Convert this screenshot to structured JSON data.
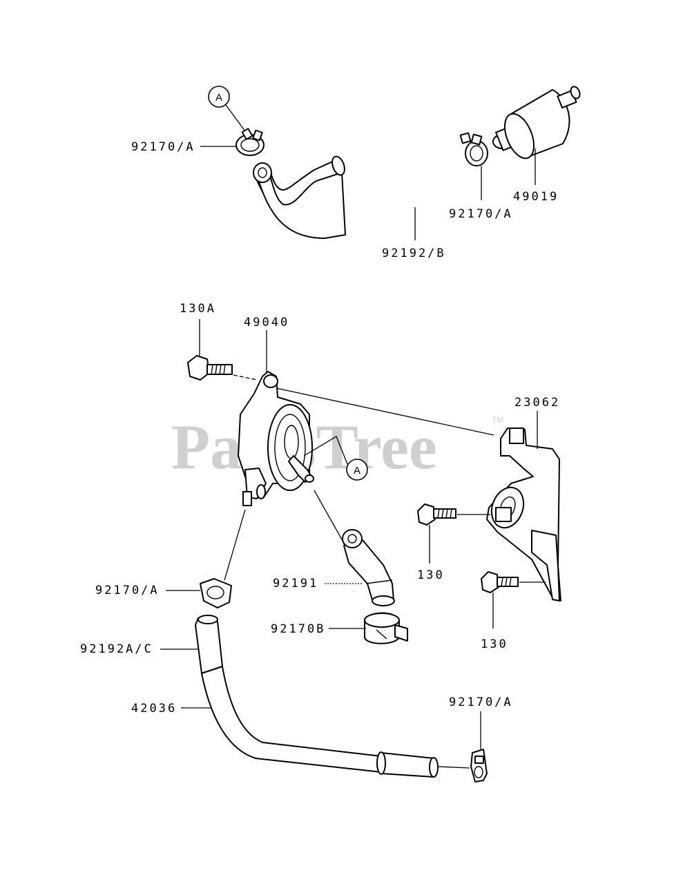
{
  "watermark": {
    "text": "PartsTree",
    "trademark": "TM"
  },
  "callouts": {
    "top": "A",
    "middle": "A"
  },
  "labels": {
    "clamp_top_left": "92170/A",
    "clamp_top_right": "92170/A",
    "hose_top": "92192/B",
    "fuel_filter": "49019",
    "bolt_top": "130A",
    "fuel_pump": "49040",
    "bracket": "23062",
    "bolt_right_upper": "130",
    "bolt_right_lower": "130",
    "clamp_left": "92170/A",
    "hose_elbow": "92191",
    "clamp_b": "92170B",
    "hose_lower": "92192A/C",
    "hose_long": "42036",
    "clamp_bottom_right": "92170/A"
  }
}
